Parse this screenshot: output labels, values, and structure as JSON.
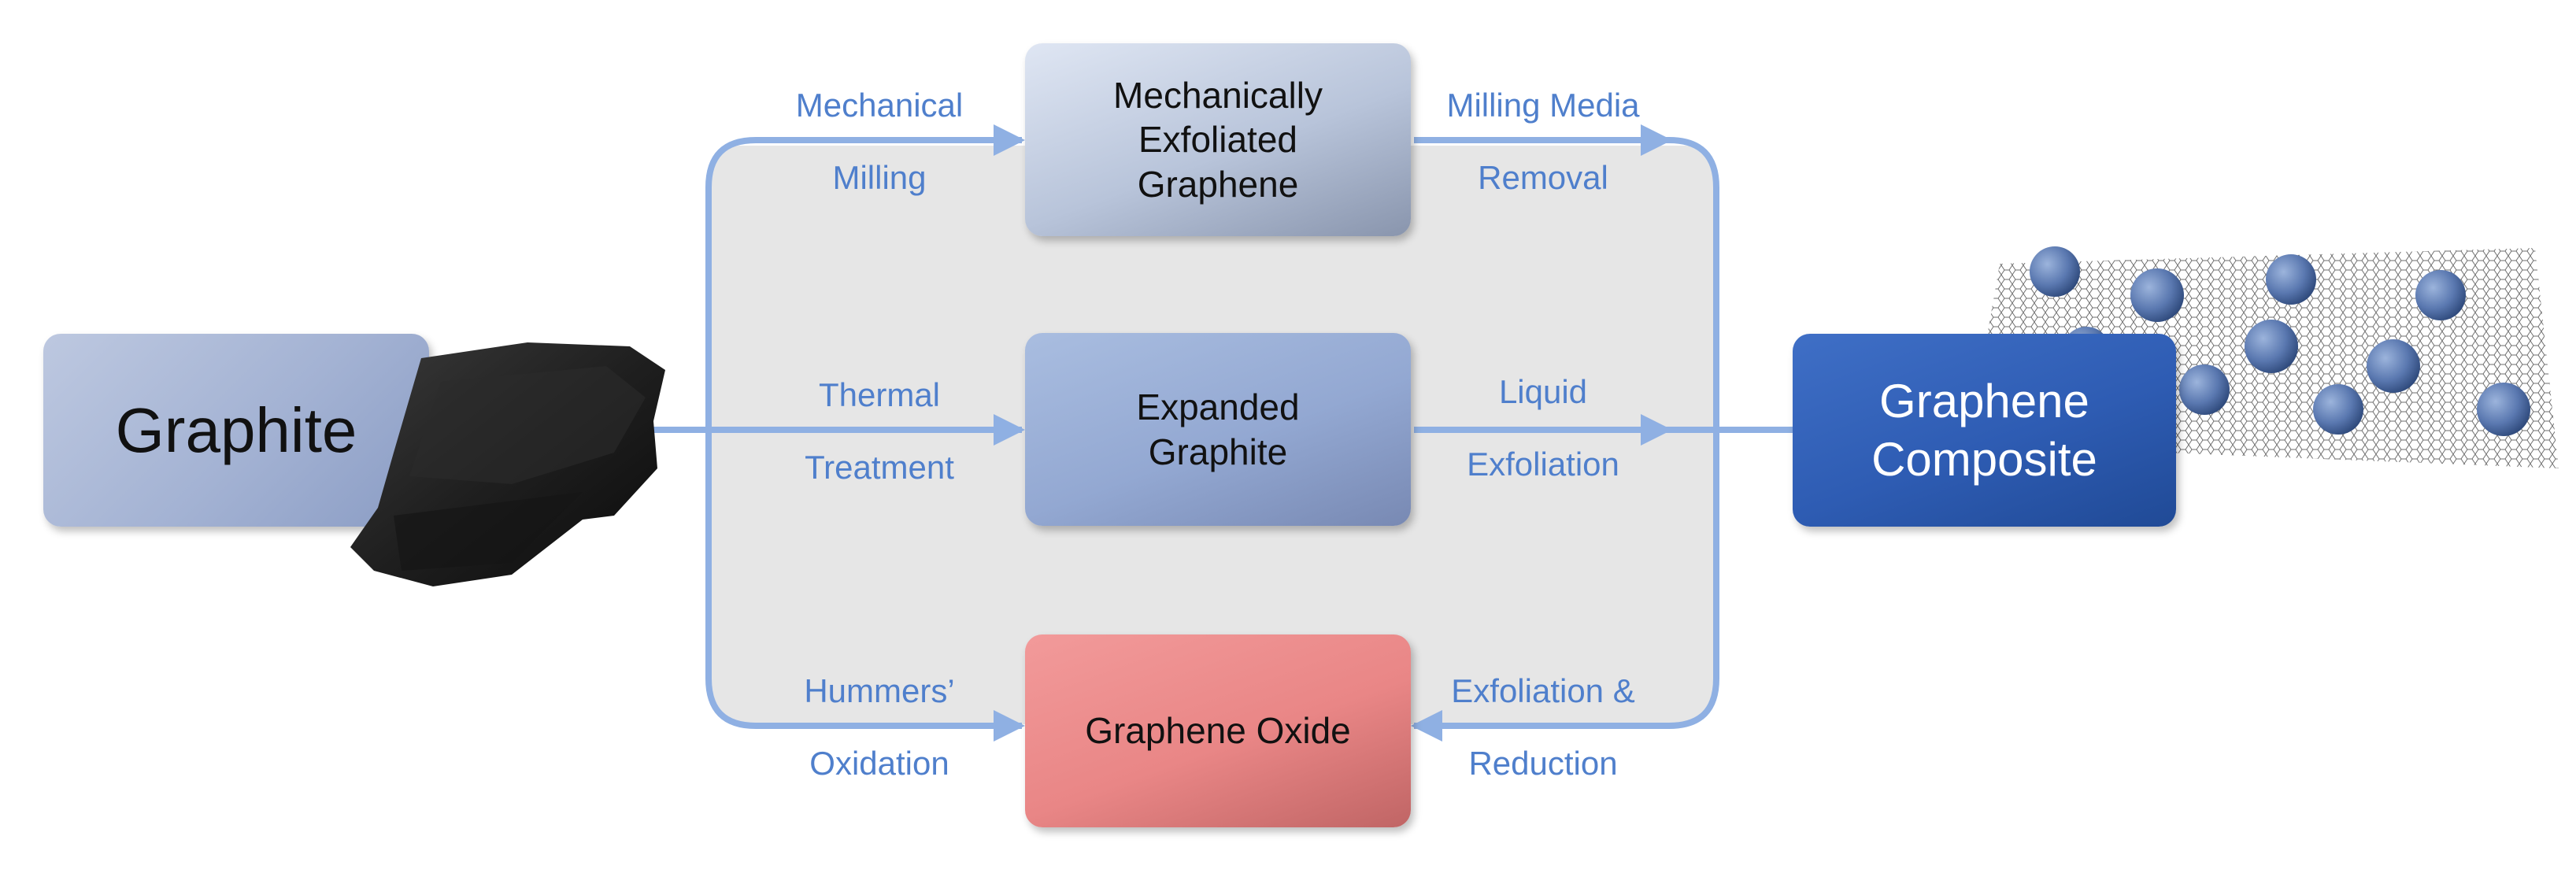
{
  "nodes": {
    "graphite": "Graphite",
    "mechanically_exfoliated": "Mechanically\nExfoliated\nGraphene",
    "expanded_graphite": "Expanded\nGraphite",
    "graphene_oxide": "Graphene Oxide",
    "graphene_composite": "Graphene\nComposite"
  },
  "labels": {
    "mechanical": "Mechanical",
    "milling": "Milling",
    "thermal": "Thermal",
    "treatment": "Treatment",
    "hummers": "Hummers’",
    "oxidation": "Oxidation",
    "milling_media": "Milling Media",
    "removal": "Removal",
    "liquid": "Liquid",
    "exfoliation": "Exfoliation",
    "exfoliation_and": "Exfoliation &",
    "reduction": "Reduction"
  },
  "colors": {
    "arrow": "#8fb0e3",
    "label_text": "#4f7fcc",
    "graphite_box": "#a3b2d3",
    "graphene_oxide_box": "#e98686",
    "composite_box": "#2e5cb3"
  },
  "icons": [
    "graphite-rock-image",
    "graphene-sheet-with-nanoparticles-image"
  ]
}
